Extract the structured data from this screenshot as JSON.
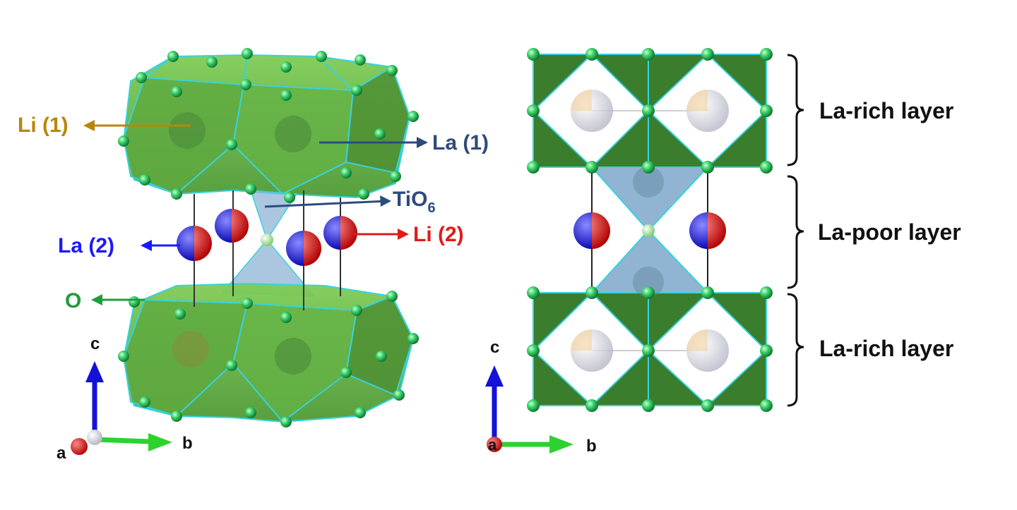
{
  "left_panel": {
    "labels": {
      "li1": "Li (1)",
      "la1": "La (1)",
      "tio6_main": "TiO",
      "tio6_sub": "6",
      "la2": "La (2)",
      "li2": "Li (2)",
      "o": "O"
    },
    "axes": {
      "c": "c",
      "a": "a",
      "b": "b"
    }
  },
  "right_panel": {
    "layers": [
      "La-rich layer",
      "La-poor layer",
      "La-rich layer"
    ],
    "axes": {
      "c": "c",
      "a": "a",
      "b": "b"
    }
  },
  "colors": {
    "li1": "#b8860b",
    "la1": "#2e4a7d",
    "tio6": "#2e4a7d",
    "la2": "#1a1aff",
    "li2": "#e31a1a",
    "o": "#1f9d3a",
    "octahedron_dark": "#3a7d2c",
    "polyhedron_light": "#6fbf4a",
    "tio6_fill": "#7da7c9",
    "bond": "#36d3e0",
    "oxygen": "#38d06a"
  }
}
